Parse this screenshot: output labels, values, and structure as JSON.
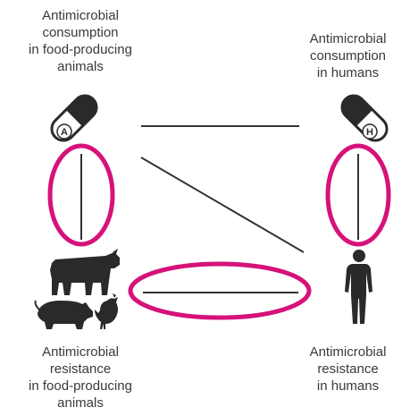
{
  "nodes": {
    "top_left": {
      "lines": [
        "Antimicrobial",
        "consumption",
        "in food-producing",
        "animals"
      ],
      "pill_letter": "A"
    },
    "top_right": {
      "lines": [
        "Antimicrobial",
        "consumption",
        "in humans"
      ],
      "pill_letter": "H"
    },
    "bottom_left": {
      "lines": [
        "Antimicrobial",
        "resistance",
        "in food-producing",
        "animals"
      ]
    },
    "bottom_right": {
      "lines": [
        "Antimicrobial",
        "resistance",
        "in humans"
      ]
    }
  },
  "highlight_color": "#d6127a",
  "line_color": "#333333",
  "icons": [
    "pill-animal-icon",
    "pill-human-icon",
    "cow-icon",
    "pig-icon",
    "chicken-icon",
    "human-figure-icon"
  ]
}
